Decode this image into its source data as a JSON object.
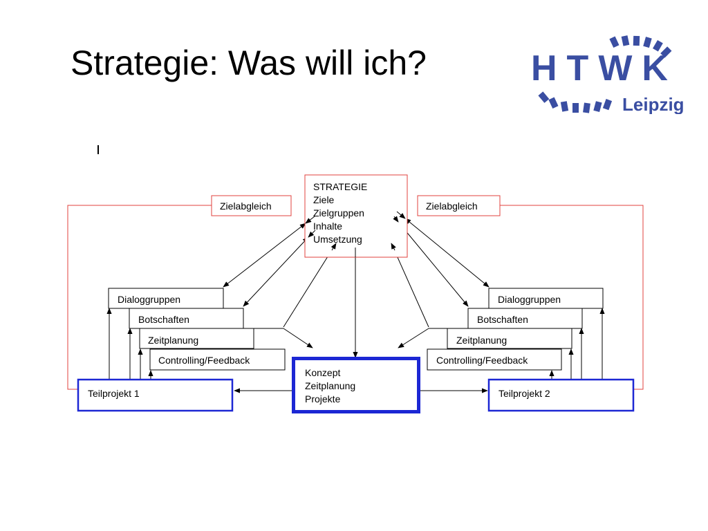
{
  "slide": {
    "title": "Strategie: Was will ich?"
  },
  "logo": {
    "top_text": "HTWK",
    "bottom_text": "Leipzig",
    "brand_color": "#3a4ea2"
  },
  "diagram": {
    "colors": {
      "strategy": "#e0403c",
      "project": "#1c27d4",
      "stack": "#000000"
    },
    "strategy_box": {
      "heading": "STRATEGIE",
      "lines": [
        "Ziele",
        "Zielgruppen",
        "Inhalte",
        "Umsetzung"
      ]
    },
    "zielabgleich_left": "Zielabgleich",
    "zielabgleich_right": "Zielabgleich",
    "left_stack": [
      "Dialoggruppen",
      "Botschaften",
      "Zeitplanung",
      "Controlling/Feedback"
    ],
    "right_stack": [
      "Dialoggruppen",
      "Botschaften",
      "Zeitplanung",
      "Controlling/Feedback"
    ],
    "center_box": {
      "lines": [
        "Konzept",
        "Zeitplanung",
        "Projekte"
      ]
    },
    "teilprojekt_1": "Teilprojekt 1",
    "teilprojekt_2": "Teilprojekt 2"
  }
}
